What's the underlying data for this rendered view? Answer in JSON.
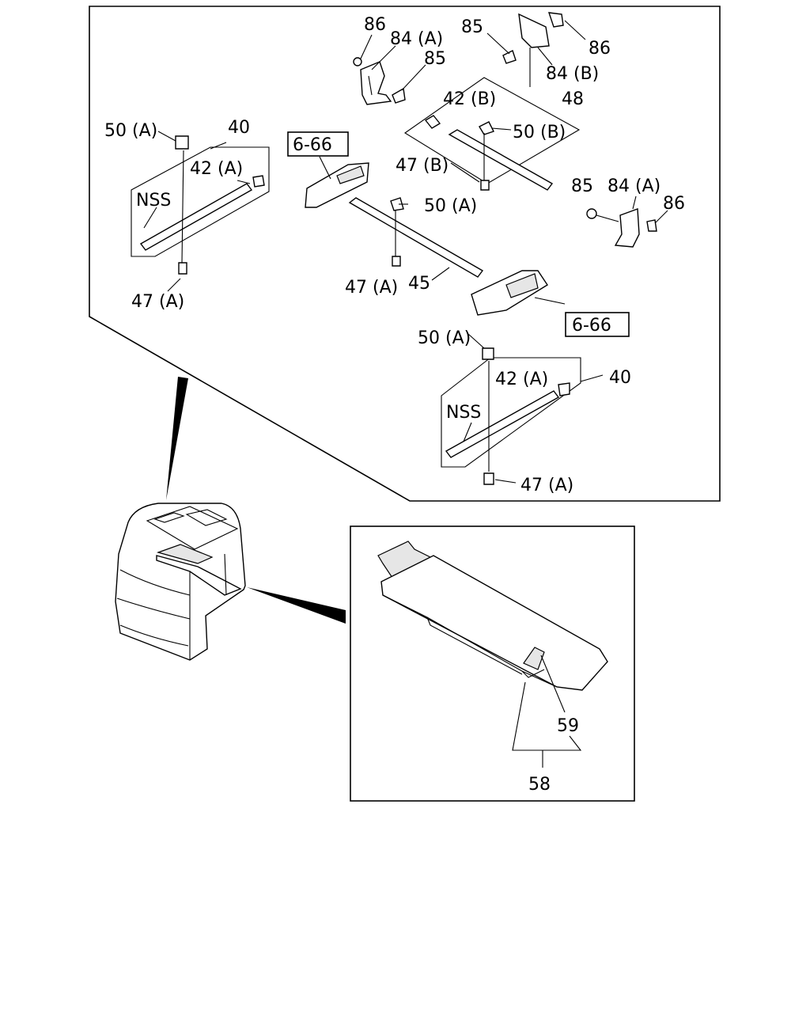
{
  "callouts": {
    "c86_a": "86",
    "c84a_a": "84 (A)",
    "c85_a": "85",
    "c85_b": "85",
    "c86_b": "86",
    "c84b": "84 (B)",
    "c42b": "42 (B)",
    "c48": "48",
    "c50b": "50 (B)",
    "c47b": "47 (B)",
    "c50a_l": "50 (A)",
    "c40_l": "40",
    "c42a_l": "42 (A)",
    "nss_l": "NSS",
    "c47a_l": "47 (A)",
    "ref666_l": "6-66",
    "c50a_m": "50 (A)",
    "c85_c": "85",
    "c84a_c": "84 (A)",
    "c86_c": "86",
    "c47a_m": "47 (A)",
    "c45": "45",
    "ref666_r": "6-66",
    "c50a_r": "50 (A)",
    "c42a_r": "42 (A)",
    "c40_r": "40",
    "nss_r": "NSS",
    "c47a_r": "47 (A)",
    "c59": "59",
    "c58": "58"
  }
}
